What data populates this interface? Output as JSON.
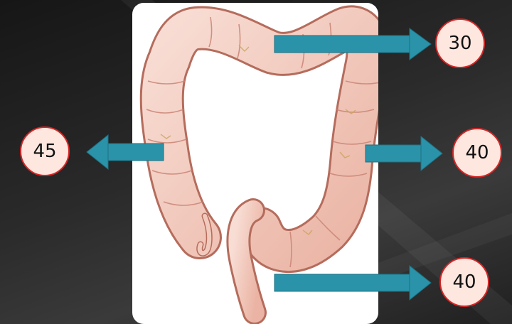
{
  "colors": {
    "arrow": "#2a93a9",
    "badge_fill": "#fde7df",
    "badge_border": "#d42626",
    "card": "#ffffff"
  },
  "image": {
    "icon": "colon-illustration-icon"
  },
  "callouts": [
    {
      "value": "30"
    },
    {
      "value": "45"
    },
    {
      "value": "40"
    },
    {
      "value": "40"
    }
  ]
}
